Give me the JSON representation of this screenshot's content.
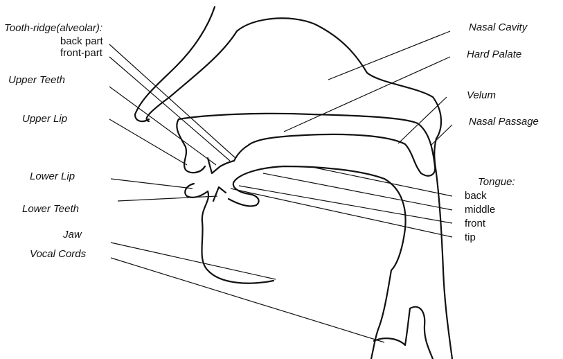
{
  "labels": {
    "tooth_ridge": "Tooth-ridge(alveolar):",
    "back_part": "back part",
    "front_part": "front-part",
    "upper_teeth": "Upper Teeth",
    "upper_lip": "Upper Lip",
    "lower_lip": "Lower Lip",
    "lower_teeth": "Lower Teeth",
    "jaw": "Jaw",
    "vocal_cords": "Vocal Cords",
    "nasal_cavity": "Nasal Cavity",
    "hard_palate": "Hard Palate",
    "velum": "Velum",
    "nasal_passage": "Nasal Passage",
    "tongue": "Tongue:",
    "tongue_back": "back",
    "tongue_middle": "middle",
    "tongue_front": "front",
    "tongue_tip": "tip"
  },
  "colors": {
    "ink": "#111111",
    "background": "#ffffff"
  }
}
